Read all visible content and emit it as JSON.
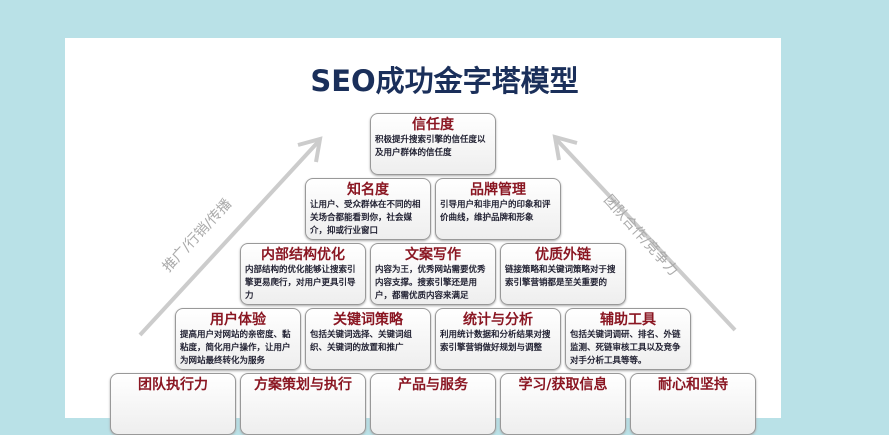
{
  "title": "SEO成功金字塔模型",
  "left_label": "推广/行销/传播",
  "right_label": "团队合作/竞争力",
  "rows": [
    [
      {
        "t": "信任度",
        "d": "积极提升搜索引擎的信任度以及用户群体的信任度"
      }
    ],
    [
      {
        "t": "知名度",
        "d": "让用户、受众群体在不同的相关场合都能看到你，社会媒介，抑或行业窗口"
      },
      {
        "t": "品牌管理",
        "d": "引导用户和非用户的印象和评价曲线，维护品牌和形象"
      }
    ],
    [
      {
        "t": "内部结构优化",
        "d": "内部结构的优化能够让搜索引擎更易爬行，对用户更具引导力"
      },
      {
        "t": "文案写作",
        "d": "内容为王，优秀网站需要优秀内容支撑。搜索引擎还是用户，都需优质内容来满足"
      },
      {
        "t": "优质外链",
        "d": "链接策略和关键词策略对于搜索引擎营销都是至关重要的"
      }
    ],
    [
      {
        "t": "用户体验",
        "d": "提高用户对网站的亲密度、黏粘度，简化用户操作，让用户为网站最终转化为服务"
      },
      {
        "t": "关键词策略",
        "d": "包括关键词选择、关键词组织、关键词的放置和推广"
      },
      {
        "t": "统计与分析",
        "d": "利用统计数据和分析结果对搜索引擎营销做好规划与调整"
      },
      {
        "t": "辅助工具",
        "d": "包括关键词调研、排名、外链监测、死链审核工具以及竞争对手分析工具等等。"
      }
    ],
    [
      {
        "t": "团队执行力",
        "d": ""
      },
      {
        "t": "方案策划与执行",
        "d": ""
      },
      {
        "t": "产品与服务",
        "d": ""
      },
      {
        "t": "学习/获取信息",
        "d": ""
      },
      {
        "t": "耐心和坚持",
        "d": ""
      }
    ]
  ],
  "colors": {
    "background": "#b9e1e7",
    "heading": "#8a1622",
    "title": "#1a2f5a"
  }
}
